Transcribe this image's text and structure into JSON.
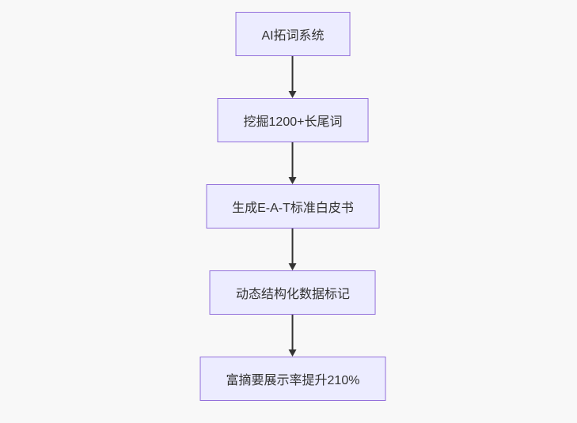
{
  "diagram": {
    "type": "flowchart",
    "direction": "top-down",
    "colors": {
      "background": "#f8f8f8",
      "node_fill": "#ECECFF",
      "node_border": "#9370DB",
      "edge_color": "#333333",
      "text_color": "#333333"
    },
    "nodes": [
      {
        "id": "n1",
        "label": "AI拓词系统"
      },
      {
        "id": "n2",
        "label": "挖掘1200+长尾词"
      },
      {
        "id": "n3",
        "label": "生成E-A-T标准白皮书"
      },
      {
        "id": "n4",
        "label": "动态结构化数据标记"
      },
      {
        "id": "n5",
        "label": "富摘要展示率提升210%"
      }
    ],
    "edges": [
      {
        "from": "n1",
        "to": "n2"
      },
      {
        "from": "n2",
        "to": "n3"
      },
      {
        "from": "n3",
        "to": "n4"
      },
      {
        "from": "n4",
        "to": "n5"
      }
    ]
  }
}
